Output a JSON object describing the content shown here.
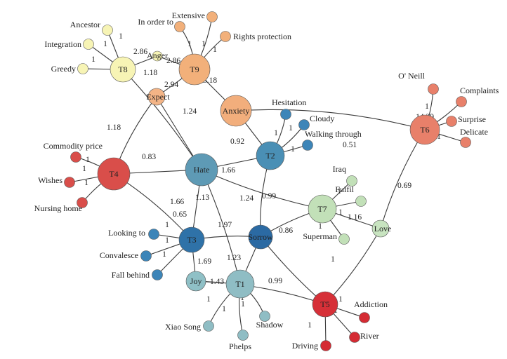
{
  "palette": {
    "T8": "#f7f4b5",
    "T9": "#f2b07a",
    "T6": "#e8806a",
    "T4": "#d94e4a",
    "Hate": "#5e9ab5",
    "T2": "#4a8fb5",
    "T3": "#2f72a8",
    "Sorrow": "#2b6aa3",
    "T7": "#c2e0b8",
    "Joy": "#8fc0c6",
    "T1": "#8fbdc4",
    "T5": "#d63038",
    "Anxiety": "#f2ae7c",
    "Expect": "#f3b486",
    "Love": "#c8e4c0",
    "light_yellow": "#f7f4b5",
    "light_orange": "#f2b07a",
    "salmon": "#e8806a",
    "red": "#d94e4a",
    "blue": "#3d85b8",
    "teal": "#8fbdc4",
    "light_green": "#c2e0b8",
    "dark_red": "#d42b33"
  },
  "nodes": [
    {
      "id": "T8",
      "label": "T8",
      "group": "T8",
      "size": "hub"
    },
    {
      "id": "T9",
      "label": "T9",
      "group": "T9",
      "size": "hub"
    },
    {
      "id": "T6",
      "label": "T6",
      "group": "T6",
      "size": "hub"
    },
    {
      "id": "T4",
      "label": "T4",
      "group": "T4",
      "size": "hub"
    },
    {
      "id": "Hate",
      "label": "Hate",
      "group": "Hate",
      "size": "hub"
    },
    {
      "id": "T2",
      "label": "T2",
      "group": "T2",
      "size": "hub"
    },
    {
      "id": "T3",
      "label": "T3",
      "group": "T3",
      "size": "hub"
    },
    {
      "id": "Sorrow",
      "label": "Sorrow",
      "group": "Sorrow",
      "size": "hub"
    },
    {
      "id": "T7",
      "label": "T7",
      "group": "T7",
      "size": "hub"
    },
    {
      "id": "Joy",
      "label": "Joy",
      "group": "Joy",
      "size": "hub"
    },
    {
      "id": "T1",
      "label": "T1",
      "group": "T1",
      "size": "hub"
    },
    {
      "id": "T5",
      "label": "T5",
      "group": "T5",
      "size": "hub"
    },
    {
      "id": "Anxiety",
      "label": "Anxiety",
      "group": "Anxiety",
      "size": "hub"
    },
    {
      "id": "Expect",
      "label": "Expect",
      "group": "Expect",
      "size": "small"
    },
    {
      "id": "Love",
      "label": "Love",
      "group": "Love",
      "size": "small"
    },
    {
      "id": "Anger",
      "label": "Anger",
      "group": "light_yellow",
      "size": "tiny"
    },
    {
      "id": "Ancestor",
      "label": "Ancestor",
      "group": "light_yellow",
      "size": "leaf"
    },
    {
      "id": "Integration",
      "label": "Integration",
      "group": "light_yellow",
      "size": "leaf"
    },
    {
      "id": "Greedy",
      "label": "Greedy",
      "group": "light_yellow",
      "size": "leaf"
    },
    {
      "id": "In order to",
      "label": "In order to",
      "group": "light_orange",
      "size": "leaf"
    },
    {
      "id": "Extensive",
      "label": "Extensive",
      "group": "light_orange",
      "size": "leaf"
    },
    {
      "id": "Rights protection",
      "label": "Rights protection",
      "group": "light_orange",
      "size": "leaf"
    },
    {
      "id": "O' Neill",
      "label": "O' Neill",
      "group": "salmon",
      "size": "leaf"
    },
    {
      "id": "Complaints",
      "label": "Complaints",
      "group": "salmon",
      "size": "leaf"
    },
    {
      "id": "Surprise",
      "label": "Surprise",
      "group": "salmon",
      "size": "leaf"
    },
    {
      "id": "Delicate",
      "label": "Delicate",
      "group": "salmon",
      "size": "leaf"
    },
    {
      "id": "Commodity price",
      "label": "Commodity price",
      "group": "red",
      "size": "leaf"
    },
    {
      "id": "Wishes",
      "label": "Wishes",
      "group": "red",
      "size": "leaf"
    },
    {
      "id": "Nursing home",
      "label": "Nursing home",
      "group": "red",
      "size": "leaf"
    },
    {
      "id": "Hesitation",
      "label": "Hesitation",
      "group": "blue",
      "size": "leaf"
    },
    {
      "id": "Cloudy",
      "label": "Cloudy",
      "group": "blue",
      "size": "leaf"
    },
    {
      "id": "Walking through",
      "label": "Walking through",
      "group": "blue",
      "size": "leaf"
    },
    {
      "id": "Looking to",
      "label": "Looking to",
      "group": "blue",
      "size": "leaf"
    },
    {
      "id": "Convalesce",
      "label": "Convalesce",
      "group": "blue",
      "size": "leaf"
    },
    {
      "id": "Fall behind",
      "label": "Fall behind",
      "group": "blue",
      "size": "leaf"
    },
    {
      "id": "Iraq",
      "label": "Iraq",
      "group": "light_green",
      "size": "leaf"
    },
    {
      "id": "Fulfil",
      "label": "Fulfil",
      "group": "light_green",
      "size": "leaf"
    },
    {
      "id": "Superman",
      "label": "Superman",
      "group": "light_green",
      "size": "leaf"
    },
    {
      "id": "Xiao Song",
      "label": "Xiao Song",
      "group": "teal",
      "size": "leaf"
    },
    {
      "id": "Phelps",
      "label": "Phelps",
      "group": "teal",
      "size": "leaf"
    },
    {
      "id": "Shadow",
      "label": "Shadow",
      "group": "teal",
      "size": "leaf"
    },
    {
      "id": "Addiction",
      "label": "Addiction",
      "group": "dark_red",
      "size": "leaf"
    },
    {
      "id": "River",
      "label": "River",
      "group": "dark_red",
      "size": "leaf"
    },
    {
      "id": "Driving",
      "label": "Driving",
      "group": "dark_red",
      "size": "leaf"
    }
  ],
  "edges": [
    {
      "source": "Ancestor",
      "target": "T8",
      "weight": "1"
    },
    {
      "source": "Integration",
      "target": "T8",
      "weight": "1"
    },
    {
      "source": "Greedy",
      "target": "T8",
      "weight": "1"
    },
    {
      "source": "T8",
      "target": "Anger",
      "weight": "2.86"
    },
    {
      "source": "Anger",
      "target": "T9",
      "weight": "2.86"
    },
    {
      "source": "In order to",
      "target": "T9",
      "weight": "1"
    },
    {
      "source": "Extensive",
      "target": "T9",
      "weight": "1"
    },
    {
      "source": "Rights protection",
      "target": "T9",
      "weight": "1"
    },
    {
      "source": "T8",
      "target": "Hate",
      "weight": "1.18"
    },
    {
      "source": "T9",
      "target": "Expect",
      "weight": "2.94"
    },
    {
      "source": "T9",
      "target": "Anxiety",
      "weight": "3.18"
    },
    {
      "source": "Expect",
      "target": "T4",
      "weight": "1.18"
    },
    {
      "source": "Expect",
      "target": "Hate",
      "weight": "1.24"
    },
    {
      "source": "Anxiety",
      "target": "T2",
      "weight": "0.92"
    },
    {
      "source": "Anxiety",
      "target": "T6",
      "weight": "0.51"
    },
    {
      "source": "Hesitation",
      "target": "T2",
      "weight": "1"
    },
    {
      "source": "Cloudy",
      "target": "T2",
      "weight": "1"
    },
    {
      "source": "Walking through",
      "target": "T2",
      "weight": "1"
    },
    {
      "source": "O' Neill",
      "target": "T6",
      "weight": "1"
    },
    {
      "source": "Complaints",
      "target": "T6",
      "weight": "14.29"
    },
    {
      "source": "Surprise",
      "target": "T6",
      "weight": "1"
    },
    {
      "source": "Delicate",
      "target": "T6",
      "weight": "1"
    },
    {
      "source": "T6",
      "target": "Love",
      "weight": "0.69"
    },
    {
      "source": "Commodity price",
      "target": "T4",
      "weight": "1"
    },
    {
      "source": "Wishes",
      "target": "T4",
      "weight": "1"
    },
    {
      "source": "Nursing home",
      "target": "T4",
      "weight": "1"
    },
    {
      "source": "T4",
      "target": "Hate",
      "weight": "0.83"
    },
    {
      "source": "T4",
      "target": "T3",
      "weight": "0.65"
    },
    {
      "source": "Hate",
      "target": "T2",
      "weight": "1.66"
    },
    {
      "source": "Hate",
      "target": "T3",
      "weight": "1.66"
    },
    {
      "source": "Hate",
      "target": "T1",
      "weight": "1.13"
    },
    {
      "source": "Hate",
      "target": "T7",
      "weight": "1.24"
    },
    {
      "source": "T2",
      "target": "Sorrow",
      "weight": "0.99"
    },
    {
      "source": "Iraq",
      "target": "T7",
      "weight": "1"
    },
    {
      "source": "Fulfil",
      "target": "T7",
      "weight": "1"
    },
    {
      "source": "Superman",
      "target": "T7",
      "weight": "1"
    },
    {
      "source": "T7",
      "target": "Love",
      "weight": "1.16"
    },
    {
      "source": "T7",
      "target": "Sorrow",
      "weight": "0.86"
    },
    {
      "source": "Looking to",
      "target": "T3",
      "weight": "1"
    },
    {
      "source": "Convalesce",
      "target": "T3",
      "weight": "1"
    },
    {
      "source": "Fall behind",
      "target": "T3",
      "weight": "1"
    },
    {
      "source": "T3",
      "target": "Sorrow",
      "weight": "1.97"
    },
    {
      "source": "T3",
      "target": "Joy",
      "weight": "1.69"
    },
    {
      "source": "Sorrow",
      "target": "T1",
      "weight": "1.23"
    },
    {
      "source": "Sorrow",
      "target": "T5",
      "weight": "0.99"
    },
    {
      "source": "Joy",
      "target": "T1",
      "weight": "1.43"
    },
    {
      "source": "Joy",
      "target": "T5",
      "weight": "1"
    },
    {
      "source": "Xiao Song",
      "target": "T1",
      "weight": "1"
    },
    {
      "source": "Phelps",
      "target": "T1",
      "weight": "1"
    },
    {
      "source": "Shadow",
      "target": "T1",
      "weight": "1"
    },
    {
      "source": "Love",
      "target": "T5",
      "weight": "1"
    },
    {
      "source": "Addiction",
      "target": "T5",
      "weight": "1"
    },
    {
      "source": "River",
      "target": "T5",
      "weight": "1"
    },
    {
      "source": "Driving",
      "target": "T5",
      "weight": "1"
    }
  ]
}
